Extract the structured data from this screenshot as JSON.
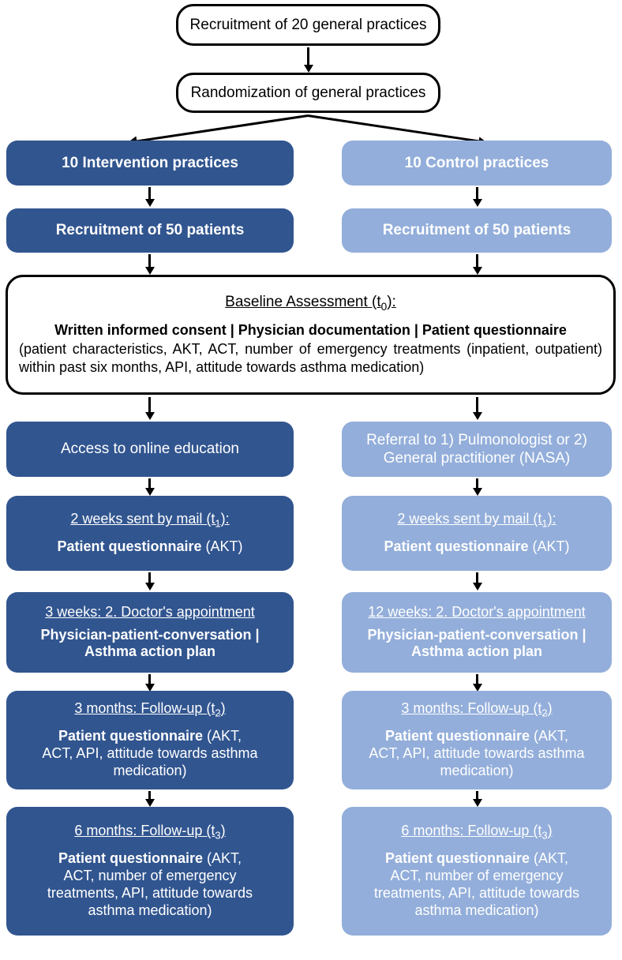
{
  "diagram": {
    "title": "Asthma study CONSORT-style flow chart",
    "colors": {
      "intervention": "#31558F",
      "control": "#93AEDA",
      "outline": "#000000",
      "background": "#FFFFFF"
    }
  },
  "nodes": {
    "recruitment_practices": "Recruitment of 20 general practices",
    "randomization": "Randomization of general practices",
    "intervention_arm": "10 Intervention practices",
    "control_arm": "10 Control practices",
    "intervention_recruitment": "Recruitment of 50 patients",
    "control_recruitment": "Recruitment of 50 patients",
    "baseline": {
      "heading": "Baseline Assessment (t",
      "heading_sub": "0",
      "heading_tail": "):",
      "bold_line": "Written informed consent | Physician documentation | Patient questionnaire",
      "body": "(patient characteristics, AKT, ACT, number of emergency treatments (inpatient, outpatient) within past six months, API, attitude towards asthma medication)"
    },
    "intervention_education": "Access to online education",
    "control_referral_line1": "Referral to 1) Pulmonologist or 2)",
    "control_referral_line2": "General practitioner (NASA)",
    "two_weeks": {
      "heading": "2 weeks sent by mail (t",
      "heading_sub": "1",
      "heading_tail": "):",
      "bold": "Patient questionnaire",
      "plain": " (AKT)"
    },
    "intervention_appointment": {
      "heading": "3 weeks: 2. Doctor's appointment",
      "bold_line1": "Physician-patient-conversation |",
      "bold_line2": "Asthma action plan"
    },
    "control_appointment": {
      "heading": "12 weeks: 2. Doctor's appointment",
      "bold_line1": "Physician-patient-conversation |",
      "bold_line2": "Asthma action plan"
    },
    "followup_3m": {
      "heading": "3 months: Follow-up (t",
      "heading_sub": "2",
      "heading_tail": ")",
      "bold": "Patient questionnaire",
      "plain_line1": " (AKT,",
      "plain_line2": "ACT, API, attitude towards asthma",
      "plain_line3": "medication)"
    },
    "followup_6m": {
      "heading": "6 months: Follow-up (t",
      "heading_sub": "3",
      "heading_tail": ")",
      "bold": "Patient questionnaire",
      "plain_line1": " (AKT,",
      "plain_line2": "ACT, number of emergency",
      "plain_line3": "treatments, API, attitude towards",
      "plain_line4": "asthma medication)"
    }
  }
}
